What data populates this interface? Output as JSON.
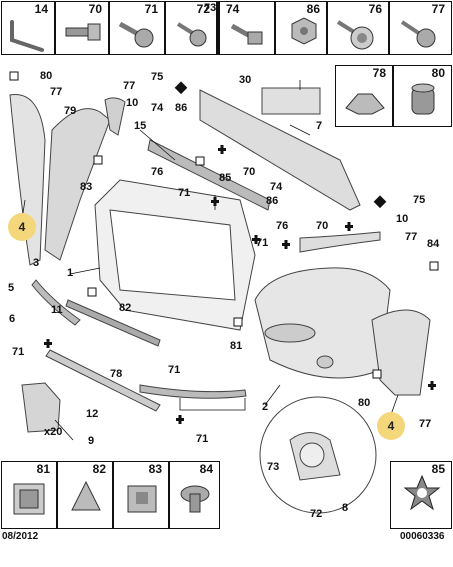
{
  "top_boxes": [
    {
      "label": "14"
    },
    {
      "label": "70"
    },
    {
      "label": "71"
    },
    {
      "label": "72"
    },
    {
      "label": "73"
    },
    {
      "label": "74"
    },
    {
      "label": "86"
    },
    {
      "label": "76"
    },
    {
      "label": "77"
    }
  ],
  "side_boxes": [
    {
      "label": "78"
    },
    {
      "label": "80"
    }
  ],
  "bottom_boxes": [
    {
      "label": "81"
    },
    {
      "label": "82"
    },
    {
      "label": "83"
    },
    {
      "label": "84"
    }
  ],
  "right_box": {
    "label": "85"
  },
  "callouts": {
    "c80a": "80",
    "c77a": "77",
    "c77b": "77",
    "c79": "79",
    "c10a": "10",
    "c74a": "74",
    "c86a": "86",
    "c75a": "75",
    "c30": "30",
    "c15": "15",
    "c7": "7",
    "c83": "83",
    "c76a": "76",
    "c85": "85",
    "c70a": "70",
    "c74b": "74",
    "c86b": "86",
    "c71a": "71",
    "c71b": "71",
    "c75b": "75",
    "c76b": "76",
    "c70b": "70",
    "c10b": "10",
    "c77c": "77",
    "c84": "84",
    "c1": "1",
    "c3": "3",
    "c5": "5",
    "c11": "11",
    "c82": "82",
    "c6": "6",
    "c71c": "71",
    "c81": "81",
    "c71d": "71",
    "c78": "78",
    "c12": "12",
    "c2": "2",
    "c71e": "71",
    "c80b": "80",
    "c77d": "77",
    "c9": "9",
    "c73": "73",
    "c72": "72",
    "c8": "8",
    "x20": "x20"
  },
  "badges": {
    "b4a": "4",
    "b4b": "4"
  },
  "footer": {
    "date": "08/2012",
    "ref": "00060336"
  }
}
